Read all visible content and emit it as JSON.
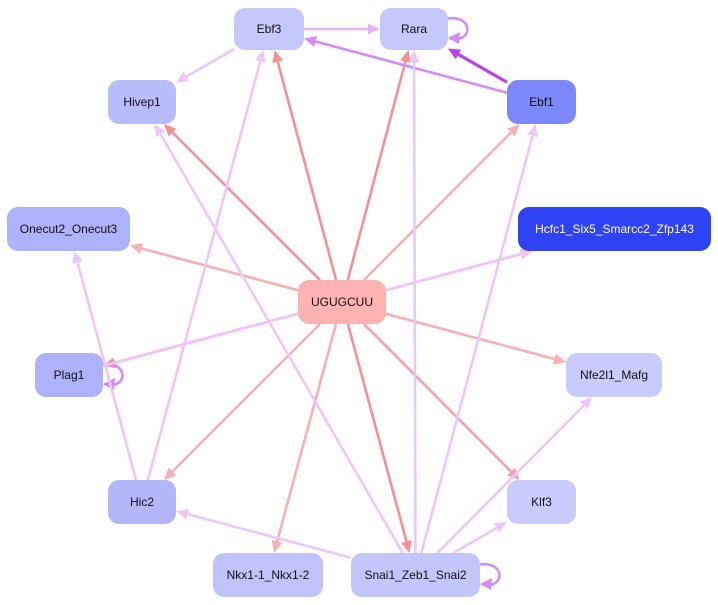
{
  "graph": {
    "colors": {
      "regulator_edge": "#f88f95",
      "regulator_edge_light": "#f8b0b3",
      "target_edge": "#eec7fa",
      "strong_target_edge": "#d38cfa",
      "strongest_target_edge": "#bb44f0"
    },
    "nodes": [
      {
        "id": "center",
        "label": "UGUGCUU",
        "fill": "#fdb3b3",
        "text": "#111111"
      },
      {
        "id": "ebf3",
        "label": "Ebf3",
        "fill": "#c5c8fb",
        "text": "#111111"
      },
      {
        "id": "rara",
        "label": "Rara",
        "fill": "#c5c8fb",
        "text": "#111111"
      },
      {
        "id": "hivep1",
        "label": "Hivep1",
        "fill": "#b9bcfb",
        "text": "#111111"
      },
      {
        "id": "ebf1",
        "label": "Ebf1",
        "fill": "#7c88fb",
        "text": "#111111"
      },
      {
        "id": "onecut",
        "label": "Onecut2_Onecut3",
        "fill": "#aeb2fa",
        "text": "#111111"
      },
      {
        "id": "hcfc1",
        "label": "Hcfc1_Six5_Smarcc2_Zfp143",
        "fill": "#3042f6",
        "text": "#ffffff"
      },
      {
        "id": "plag1",
        "label": "Plag1",
        "fill": "#aeb2fa",
        "text": "#111111"
      },
      {
        "id": "nfe2l1",
        "label": "Nfe2l1_Mafg",
        "fill": "#c8cbfb",
        "text": "#111111"
      },
      {
        "id": "hic2",
        "label": "Hic2",
        "fill": "#b3b7fa",
        "text": "#111111"
      },
      {
        "id": "klf3",
        "label": "Klf3",
        "fill": "#c8cbfb",
        "text": "#111111"
      },
      {
        "id": "nkx",
        "label": "Nkx1-1_Nkx1-2",
        "fill": "#c0c3fb",
        "text": "#111111"
      },
      {
        "id": "snai1",
        "label": "Snai1_Zeb1_Snai2",
        "fill": "#c3c6fb",
        "text": "#111111"
      }
    ],
    "edges": [
      {
        "from": "center",
        "to": "ebf3",
        "color": "#f88f95"
      },
      {
        "from": "center",
        "to": "rara",
        "color": "#f88f95"
      },
      {
        "from": "center",
        "to": "hivep1",
        "color": "#f88f95"
      },
      {
        "from": "center",
        "to": "ebf1",
        "color": "#f8b0b3"
      },
      {
        "from": "center",
        "to": "onecut",
        "color": "#f8b0b3"
      },
      {
        "from": "center",
        "to": "hcfc1",
        "color": "#f8b0b3"
      },
      {
        "from": "center",
        "to": "plag1",
        "color": "#f88f95"
      },
      {
        "from": "center",
        "to": "nfe2l1",
        "color": "#f8b0b3"
      },
      {
        "from": "center",
        "to": "hic2",
        "color": "#f8b0b3"
      },
      {
        "from": "center",
        "to": "klf3",
        "color": "#f8a0a5"
      },
      {
        "from": "center",
        "to": "nkx",
        "color": "#f8b0b3"
      },
      {
        "from": "center",
        "to": "snai1",
        "color": "#f88f95"
      },
      {
        "from": "ebf3",
        "to": "rara",
        "color": "#e4b4fa"
      },
      {
        "from": "ebf3",
        "to": "hivep1",
        "color": "#eec7fa"
      },
      {
        "from": "ebf1",
        "to": "rara",
        "color": "#bb44f0"
      },
      {
        "from": "ebf1",
        "to": "ebf3",
        "color": "#d38cfa"
      },
      {
        "from": "rara",
        "to": "rara",
        "color": "#d38cfa",
        "self": true
      },
      {
        "from": "plag1",
        "to": "plag1",
        "color": "#d38cfa",
        "self": true
      },
      {
        "from": "snai1",
        "to": "snai1",
        "color": "#d38cfa",
        "self": true
      },
      {
        "from": "plag1",
        "to": "hcfc1",
        "color": "#eec7fa"
      },
      {
        "from": "hic2",
        "to": "onecut",
        "color": "#eec7fa"
      },
      {
        "from": "hic2",
        "to": "ebf3",
        "color": "#eec7fa"
      },
      {
        "from": "snai1",
        "to": "hivep1",
        "color": "#eec7fa"
      },
      {
        "from": "snai1",
        "to": "rara",
        "color": "#eec7fa"
      },
      {
        "from": "snai1",
        "to": "ebf1",
        "color": "#eec7fa"
      },
      {
        "from": "snai1",
        "to": "nfe2l1",
        "color": "#eec7fa"
      },
      {
        "from": "snai1",
        "to": "klf3",
        "color": "#eec7fa"
      },
      {
        "from": "snai1",
        "to": "hic2",
        "color": "#eec7fa"
      }
    ]
  }
}
